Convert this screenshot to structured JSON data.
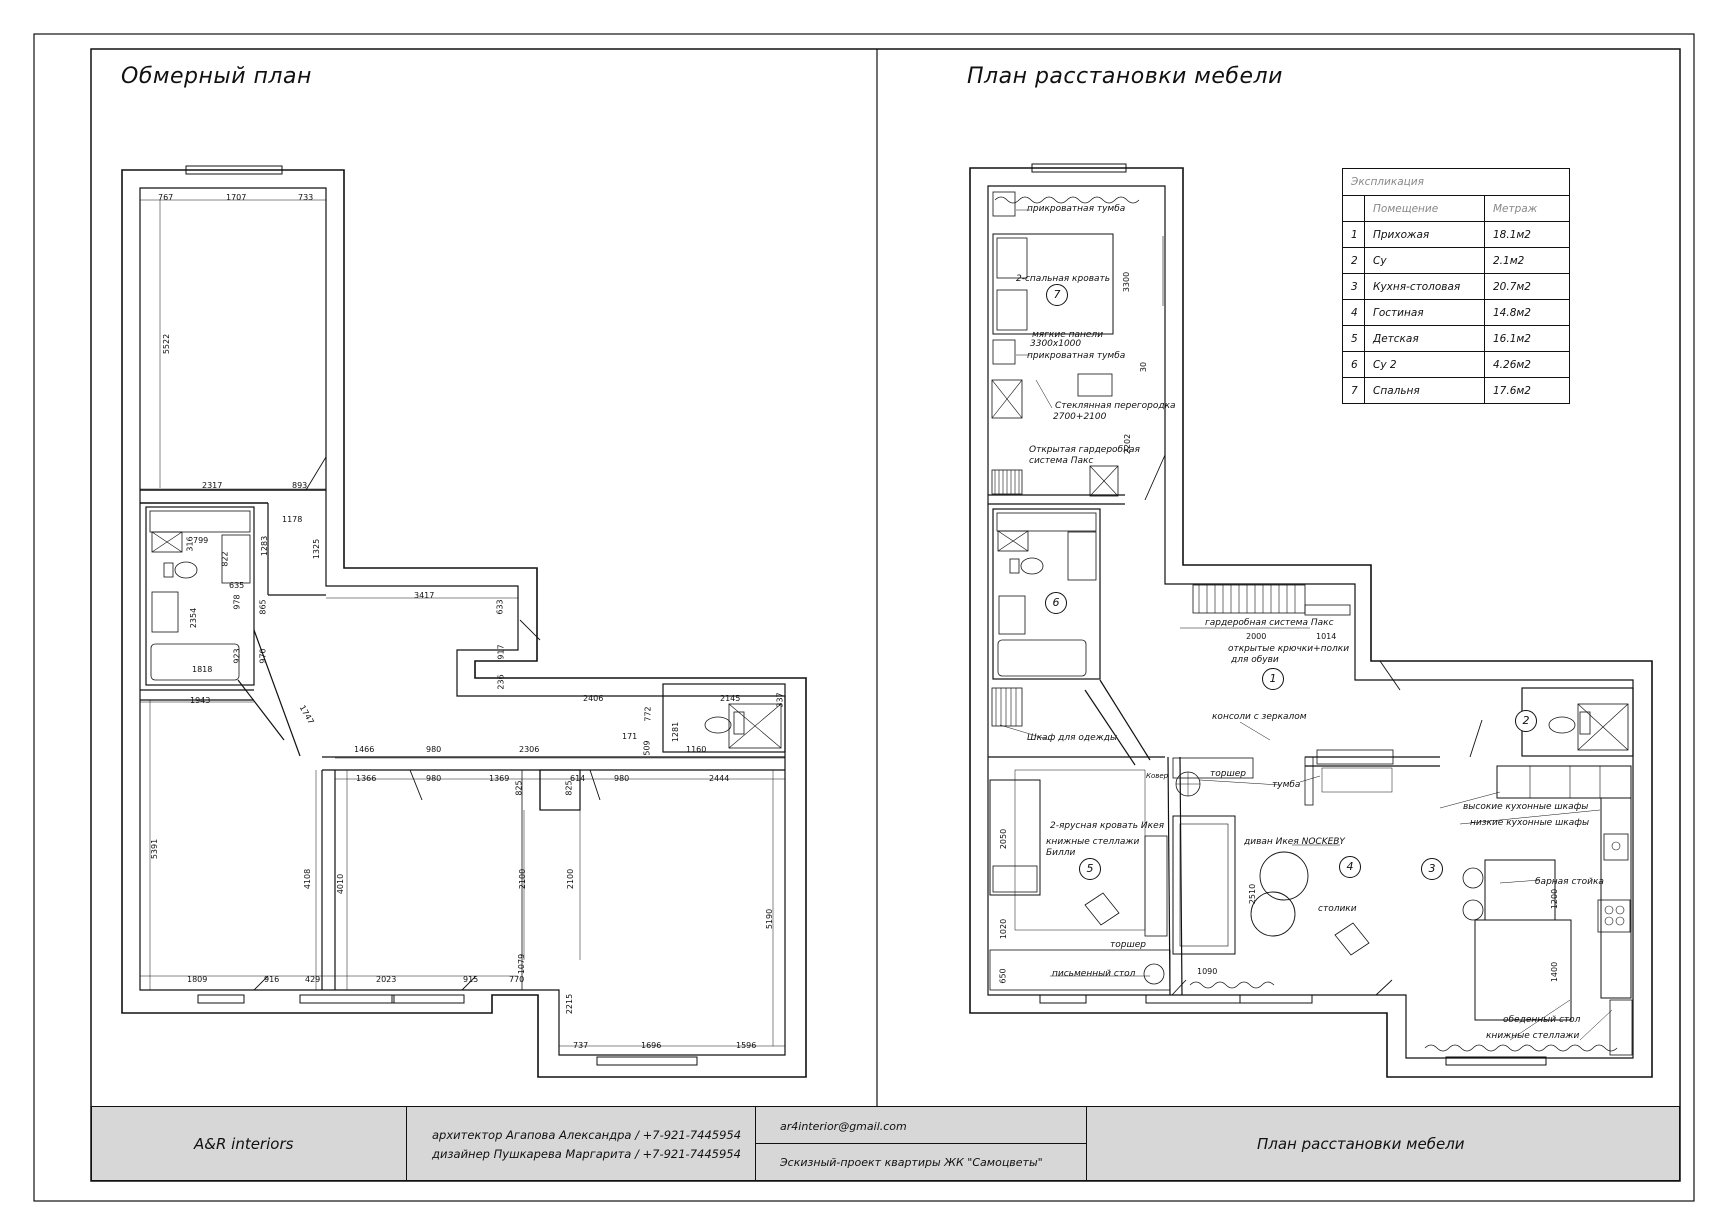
{
  "titles": {
    "left": "Обмерный план",
    "right": "План расстановки мебели"
  },
  "dimensions": {
    "d767": "767",
    "d1707": "1707",
    "d733": "733",
    "d5522": "5522",
    "d2317": "2317",
    "d893": "893",
    "d1178": "1178",
    "d1325": "1325",
    "d3417": "3417",
    "d633": "633",
    "d917": "917",
    "d236": "236",
    "d799": "799",
    "d316": "316",
    "d822": "822",
    "d1283": "1283",
    "d635": "635",
    "d978": "978",
    "d865": "865",
    "d2354": "2354",
    "d923": "923",
    "d970": "970",
    "d1818": "1818",
    "d1943": "1943",
    "d1747": "1747",
    "d2406": "2406",
    "d772": "772",
    "d2145": "2145",
    "d337": "337",
    "d171": "171",
    "d509": "509",
    "d1281": "1281",
    "d1160": "1160",
    "d1466": "1466",
    "d980a": "980",
    "d2306": "2306",
    "d1366": "1366",
    "d980b": "980",
    "d1369": "1369",
    "d614": "614",
    "d980c": "980",
    "d2444": "2444",
    "d825a": "825",
    "d825b": "825",
    "d5391": "5391",
    "d4108": "4108",
    "d4010": "4010",
    "d2100a": "2100",
    "d2100b": "2100",
    "d5190": "5190",
    "d1079": "1079",
    "d1809": "1809",
    "d916": "916",
    "d429": "429",
    "d2023": "2023",
    "d915": "915",
    "d770": "770",
    "d2215": "2215",
    "d737": "737",
    "d1696": "1696",
    "d1596": "1596"
  },
  "furniture_dims": {
    "d3300": "3300",
    "d30": "30",
    "d2202": "2202",
    "d2000": "2000",
    "d1014": "1014",
    "d2050": "2050",
    "d1020": "1020",
    "d650": "650",
    "d2510": "2510",
    "d1090": "1090",
    "d1200": "1200",
    "d1400": "1400"
  },
  "notes": {
    "bedside_top": "прикроватная тумба",
    "double_bed": "2-спальная кровать",
    "soft_panels": "мягкие панели",
    "soft_panels_size": "3300х1000",
    "bedside_bottom": "прикроватная тумба",
    "glass_partition": "Стеклянная перегородка",
    "glass_partition_size": "2700+2100",
    "open_wardrobe": "Открытая гардеробная",
    "pax_system": "система Пакс",
    "wardrobe_pax": "гардеробная система Пакс",
    "hooks_shelves": "открытые крючки+полки",
    "for_shoes": "для обуви",
    "clothes_cabinet": "Шкаф для одежды",
    "mirror_consoles": "консоли с зеркалом",
    "floor_lamp_1": "торшер",
    "tumba": "тумба",
    "rug": "Ковер",
    "bunk_bed": "2-ярусная кровать Икея",
    "bookshelves": "книжные стеллажи",
    "billy": "Билли",
    "sofa": "диван Икея NOCKEBY",
    "tables": "столики",
    "floor_lamp_2": "торшер",
    "desk": "письменный стол",
    "tall_cabinets": "высокие кухонные шкафы",
    "low_cabinets": "низкие кухонные шкафы",
    "bar_counter": "барная стойка",
    "dining_table": "обеденный стол",
    "kitchen_bookshelves": "книжные стеллажи"
  },
  "room_numbers": {
    "r1": "1",
    "r2": "2",
    "r3": "3",
    "r4": "4",
    "r5": "5",
    "r6": "6",
    "r7": "7"
  },
  "explication": {
    "title": "Экспликация",
    "col_room": "Помещение",
    "col_area": "Метраж",
    "rows": [
      {
        "n": "1",
        "room": "Прихожая",
        "area": "18.1м2"
      },
      {
        "n": "2",
        "room": "Су",
        "area": "2.1м2"
      },
      {
        "n": "3",
        "room": "Кухня-столовая",
        "area": "20.7м2"
      },
      {
        "n": "4",
        "room": "Гостиная",
        "area": "14.8м2"
      },
      {
        "n": "5",
        "room": "Детская",
        "area": "16.1м2"
      },
      {
        "n": "6",
        "room": "Су 2",
        "area": "4.26м2"
      },
      {
        "n": "7",
        "room": "Спальня",
        "area": "17.6м2"
      }
    ]
  },
  "title_block": {
    "company": "A&R interiors",
    "architect": "архитектор Агапова Александра / +7-921-7445954",
    "designer": "дизайнер Пушкарева Маргарита / +7-921-7445954",
    "email": "ar4interior@gmail.com",
    "project": "Эскизный-проект квартиры ЖК \"Самоцветы\"",
    "sheet_name": "План расстановки мебели"
  }
}
